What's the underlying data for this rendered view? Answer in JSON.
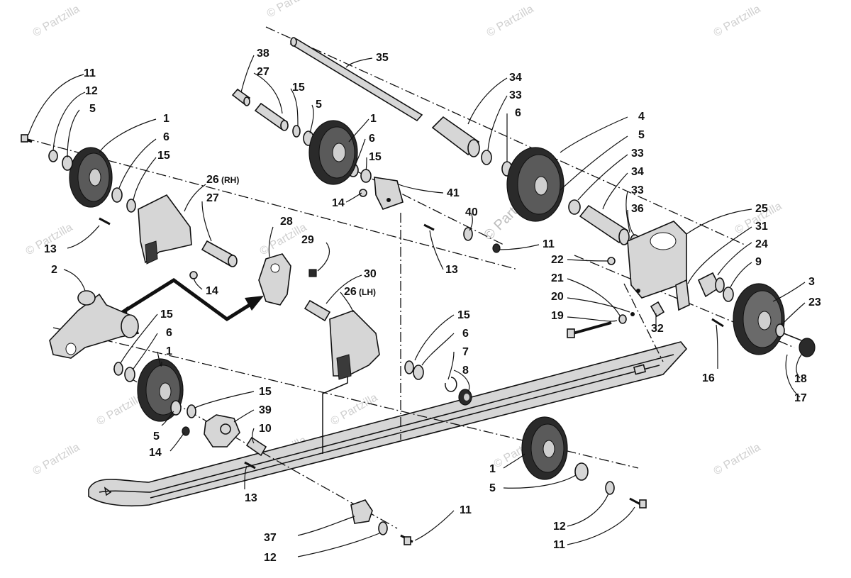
{
  "diagram": {
    "type": "exploded-parts-diagram",
    "watermark": "© Partzilla",
    "center_watermark": "© Partzilla.com",
    "callouts": [
      "11",
      "12",
      "5",
      "1",
      "6",
      "15",
      "26(RH)",
      "27",
      "13",
      "14",
      "2",
      "28",
      "29",
      "30",
      "26(LH)",
      "38",
      "27",
      "15",
      "5",
      "1",
      "6",
      "15",
      "14",
      "41",
      "40",
      "13",
      "35",
      "34",
      "33",
      "6",
      "4",
      "5",
      "33",
      "34",
      "33",
      "36",
      "11",
      "25",
      "31",
      "24",
      "9",
      "3",
      "23",
      "22",
      "21",
      "20",
      "19",
      "32",
      "16",
      "18",
      "17",
      "15",
      "6",
      "7",
      "8",
      "15",
      "6",
      "1",
      "5",
      "14",
      "39",
      "10",
      "13",
      "37",
      "12",
      "11",
      "1",
      "5",
      "12",
      "11"
    ]
  },
  "labels": {
    "l11a": "11",
    "l12a": "12",
    "l5a": "5",
    "l1a": "1",
    "l6a": "6",
    "l15a": "15",
    "l26rh": "26",
    "l26rh_s": "(RH)",
    "l27a": "27",
    "l13a": "13",
    "l14a": "14",
    "l2": "2",
    "l28": "28",
    "l29": "29",
    "l30": "30",
    "l26lh": "26",
    "l26lh_s": "(LH)",
    "l38": "38",
    "l27b": "27",
    "l15b": "15",
    "l5b": "5",
    "l1b": "1",
    "l6b": "6",
    "l15c": "15",
    "l14b": "14",
    "l41": "41",
    "l40": "40",
    "l13b": "13",
    "l35": "35",
    "l34a": "34",
    "l33a": "33",
    "l6c": "6",
    "l4": "4",
    "l5c": "5",
    "l33b": "33",
    "l34b": "34",
    "l33c": "33",
    "l36": "36",
    "l11b": "11",
    "l25": "25",
    "l31": "31",
    "l24": "24",
    "l9": "9",
    "l3": "3",
    "l23": "23",
    "l22": "22",
    "l21": "21",
    "l20": "20",
    "l19": "19",
    "l32": "32",
    "l16": "16",
    "l18": "18",
    "l17": "17",
    "l15d": "15",
    "l6d": "6",
    "l7": "7",
    "l8": "8",
    "l15e": "15",
    "l6e": "6",
    "l1c": "1",
    "l5d": "5",
    "l14c": "14",
    "l15f": "15",
    "l39": "39",
    "l10": "10",
    "l13c": "13",
    "l37": "37",
    "l12b": "12",
    "l11c": "11",
    "l1d": "1",
    "l5e": "5",
    "l12c": "12",
    "l11d": "11"
  }
}
